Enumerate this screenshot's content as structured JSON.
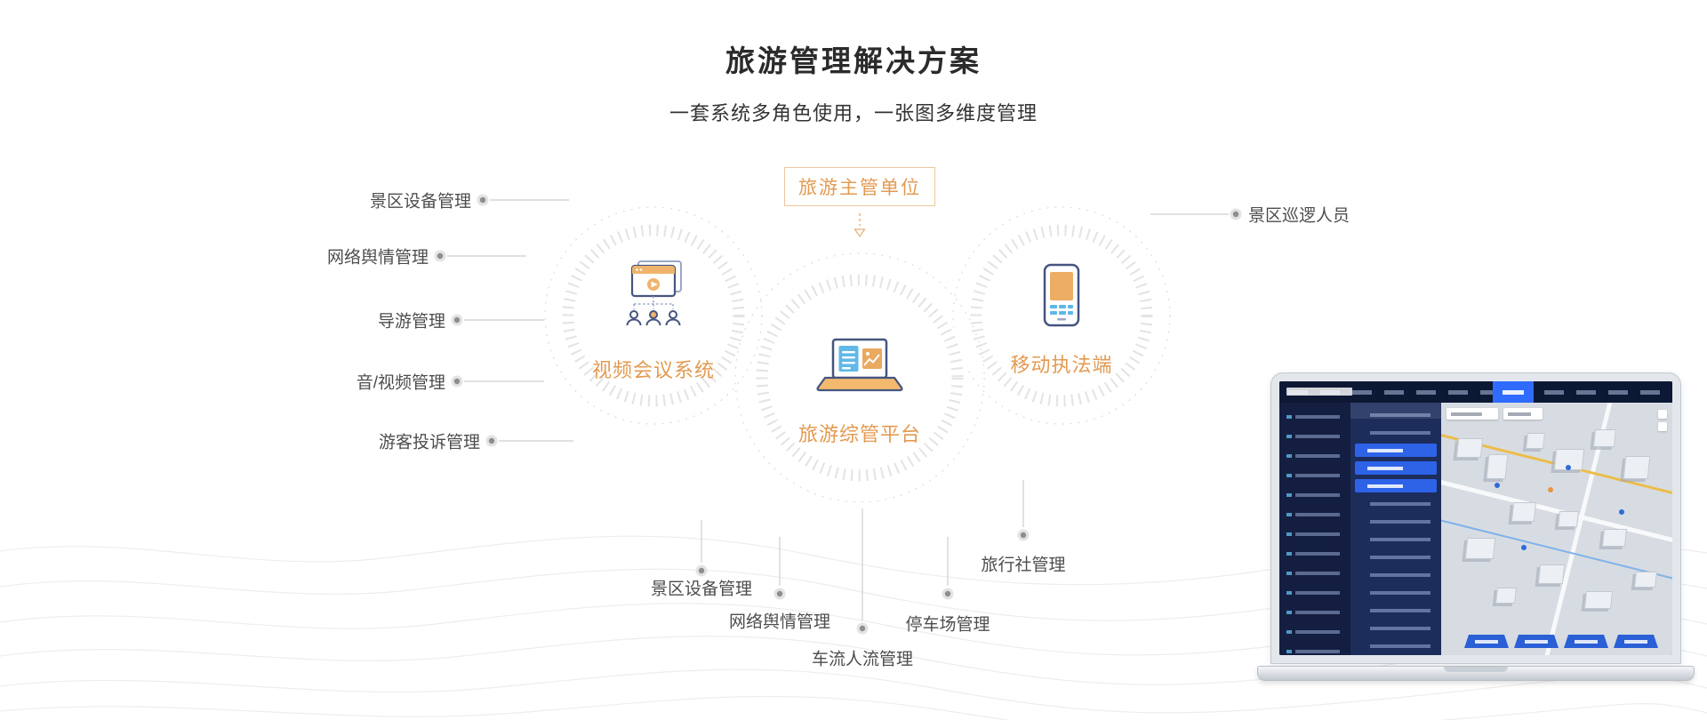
{
  "page": {
    "title": "旅游管理解决方案",
    "subtitle": "一套系统多角色使用，一张图多维度管理"
  },
  "diagram": {
    "authority_label": "旅游主管单位",
    "nodes": {
      "video_conference": "视频会议系统",
      "platform": "旅游综管平台",
      "mobile_enforcement": "移动执法端"
    },
    "left_labels": [
      "景区设备管理",
      "网络舆情管理",
      "导游管理",
      "音/视频管理",
      "游客投诉管理"
    ],
    "right_labels": [
      "景区巡逻人员"
    ],
    "bottom_labels": [
      "景区设备管理",
      "网络舆情管理",
      "车流人流管理",
      "停车场管理",
      "旅行社管理"
    ]
  },
  "colors": {
    "accent_orange": "#E39A51",
    "icon_navy": "#46557F",
    "icon_blue": "#62B8E8",
    "ring_gray": "#E3E3E3",
    "label_gray": "#4D4D4D"
  }
}
